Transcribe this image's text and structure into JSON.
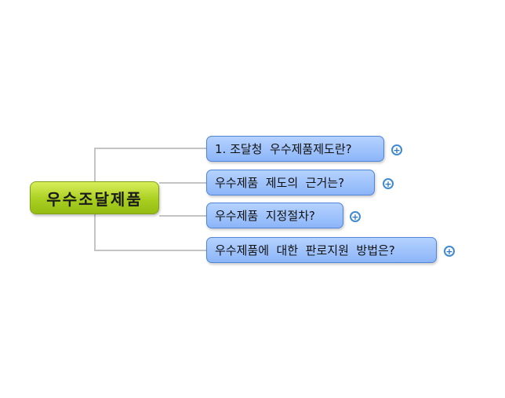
{
  "root": {
    "label": "우수조달제품"
  },
  "topics": [
    {
      "label": "1. 조달청  우수제품제도란?"
    },
    {
      "label": "우수제품  제도의  근거는?"
    },
    {
      "label": "우수제품  지정절차?"
    },
    {
      "label": "우수제품에  대한  판로지원  방법은?"
    }
  ],
  "expand_glyph": "+",
  "colors": {
    "root_fill": "#a9cf21",
    "topic_fill": "#8cb5f8",
    "topic_border": "#4f86d9",
    "connector": "#c0c0c0",
    "expand_icon": "#3f8ad0"
  }
}
